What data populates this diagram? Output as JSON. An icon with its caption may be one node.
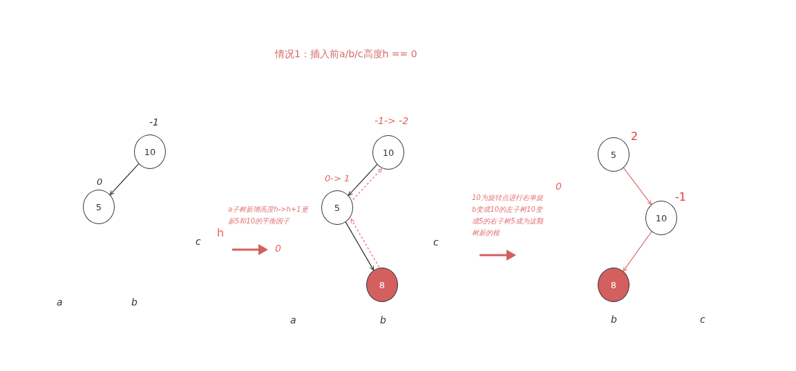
{
  "diagram": {
    "title": "情况1：插入前a/b/c高度h == 0",
    "nodes": [
      {
        "text": [
          "10"
        ],
        "beside": [
          "-1"
        ]
      },
      {
        "text": [
          "5"
        ],
        "beside": [
          "0"
        ]
      },
      {
        "text": [
          "10"
        ],
        "beside": [
          "-1-> -2"
        ]
      },
      {
        "text": [
          "5"
        ],
        "beside": [
          "0-> 1"
        ]
      },
      {
        "text": [
          "8"
        ]
      },
      {
        "text": [
          "5"
        ],
        "beside": [
          "2"
        ]
      },
      {
        "text": [
          "10"
        ],
        "beside": [
          "-1"
        ]
      },
      {
        "text": [
          "8"
        ]
      }
    ],
    "edges": [
      {
        "from": 0,
        "to": 1,
        "arrow": "to",
        "color": "#333333"
      },
      {
        "from": 2,
        "to": 3,
        "arrow": "to",
        "color": "#333333"
      },
      {
        "from": 3,
        "to": 4,
        "arrow": "to",
        "color": "#333333"
      },
      {
        "from": 4,
        "to": 3,
        "arrow": "to",
        "style": "dashed",
        "color": "#e57373"
      },
      {
        "from": 3,
        "to": 2,
        "arrow": "to",
        "style": "dashed",
        "color": "#e57373"
      },
      {
        "from": 5,
        "to": 6,
        "arrow": "to",
        "color": "#e57373"
      },
      {
        "from": 6,
        "to": 7,
        "arrow": "to",
        "color": "#e57373"
      }
    ],
    "labels": [
      "a",
      "b",
      "c",
      "a子树新增高度h->h+1更新5和10的平衡因子",
      "h",
      "0",
      "a",
      "b",
      "c",
      "10为旋转点进行右单旋b变成10的左子树10变成5的右子树5成为这颗树新的根",
      "0",
      "b",
      "c"
    ]
  }
}
